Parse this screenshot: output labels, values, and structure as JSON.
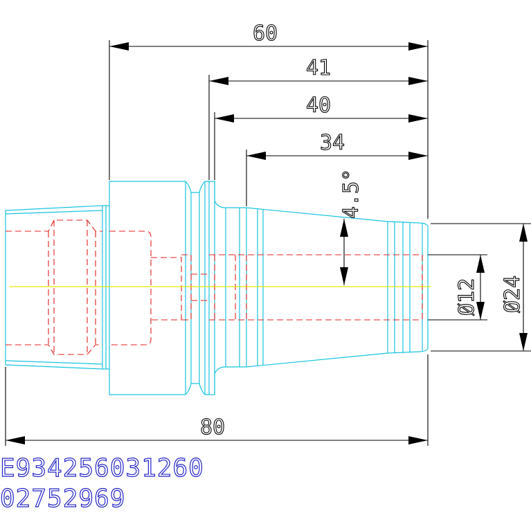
{
  "dimensions": {
    "overall_length": "80",
    "length_60": "60",
    "length_41": "41",
    "length_40": "40",
    "length_34": "34",
    "taper_angle": "4.5°",
    "bore_diameter": "Ø12",
    "outer_diameter": "Ø24"
  },
  "codes": {
    "line1": "E934256031260",
    "line2": "02752969"
  },
  "colors": {
    "outline": "#19c3de",
    "hidden_lines": "#e02020",
    "centerline": "#e8e800",
    "dimensions": "#000000",
    "code_text": "#2424c8"
  }
}
